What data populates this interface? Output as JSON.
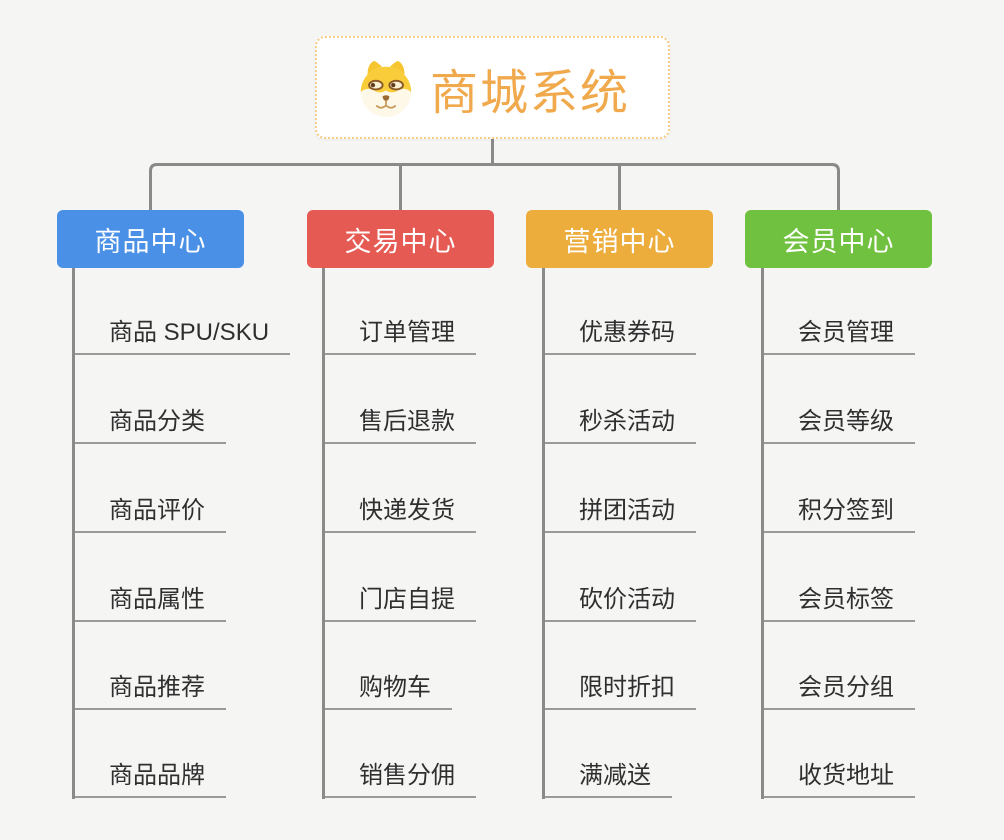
{
  "page": {
    "background": "#F5F6F4"
  },
  "root": {
    "label": "商城系统",
    "icon": "dog-icon",
    "text_color": "#F0A94C",
    "border_color": "#F5CB85"
  },
  "branches": [
    {
      "label": "商品中心",
      "color": "#4A90E6",
      "children": [
        "商品 SPU/SKU",
        "商品分类",
        "商品评价",
        "商品属性",
        "商品推荐",
        "商品品牌"
      ]
    },
    {
      "label": "交易中心",
      "color": "#E65A54",
      "children": [
        "订单管理",
        "售后退款",
        "快递发货",
        "门店自提",
        "购物车",
        "销售分佣"
      ]
    },
    {
      "label": "营销中心",
      "color": "#ECAD3D",
      "children": [
        "优惠券码",
        "秒杀活动",
        "拼团活动",
        "砍价活动",
        "限时折扣",
        "满减送"
      ]
    },
    {
      "label": "会员中心",
      "color": "#70C13F",
      "children": [
        "会员管理",
        "会员等级",
        "积分签到",
        "会员标签",
        "会员分组",
        "收货地址"
      ]
    }
  ],
  "styles": {
    "connector_color": "#8A8A8A",
    "underline_color": "#9A9A98",
    "leaf_text_color": "#2F2F2F"
  }
}
